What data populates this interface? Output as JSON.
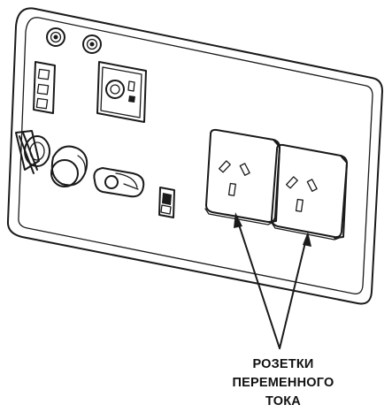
{
  "caption": {
    "lines": [
      "РОЗЕТКИ",
      "ПЕРЕМЕННОГО",
      "ТОКА"
    ]
  },
  "colors": {
    "ink": "#1a1a1a",
    "background": "#ffffff"
  },
  "parts": [
    "generator-control-panel",
    "ac-outlet-left",
    "ac-outlet-right",
    "circuit-breakers",
    "dc-outlet",
    "pilot-lamps",
    "engine-switch",
    "grounding-terminal",
    "rocker-switch"
  ]
}
